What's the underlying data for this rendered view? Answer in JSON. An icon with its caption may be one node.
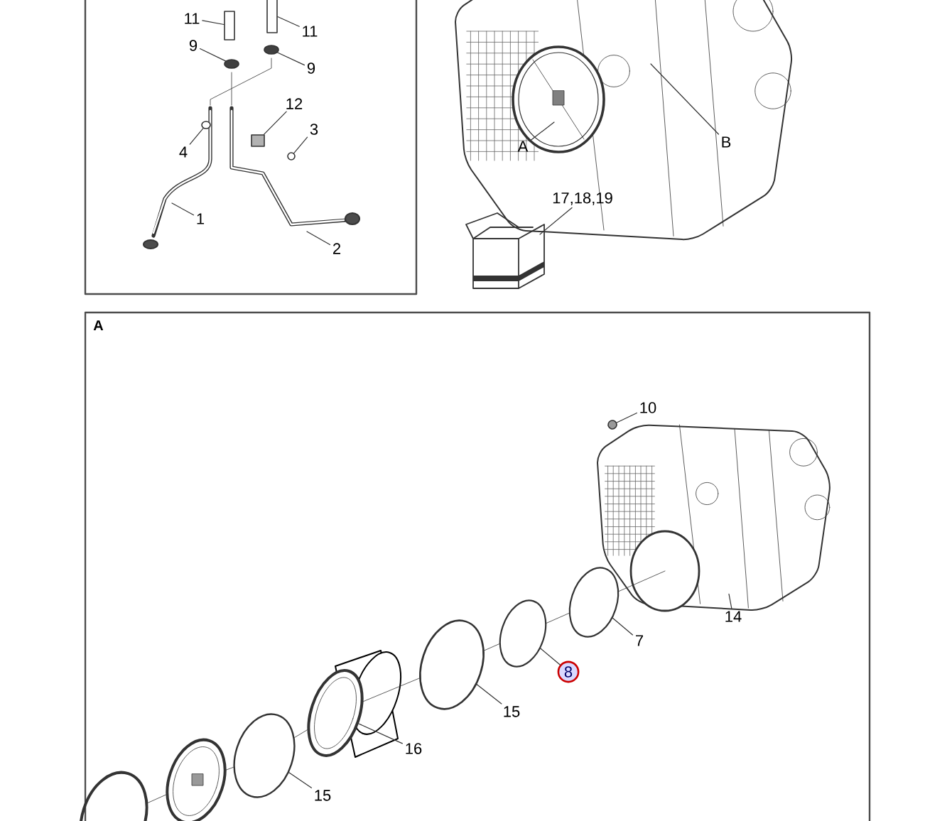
{
  "diagram": {
    "nodes": [
      {
        "text": [],
        "shape": "box"
      },
      {
        "text": [
          "11"
        ],
        "in": 0
      },
      {
        "text": [
          "11"
        ],
        "in": 0
      },
      {
        "text": [
          "9"
        ],
        "in": 0
      },
      {
        "text": [
          "9"
        ],
        "in": 0
      },
      {
        "text": [
          "12"
        ],
        "in": 0
      },
      {
        "text": [
          "3"
        ],
        "in": 0
      },
      {
        "text": [
          "4"
        ],
        "in": 0
      },
      {
        "text": [
          "1"
        ],
        "in": 0
      },
      {
        "text": [
          "2"
        ],
        "in": 0
      },
      {
        "text": [
          "A"
        ]
      },
      {
        "text": [
          "B"
        ]
      },
      {
        "text": [
          "17,18,19"
        ]
      },
      {
        "text": [
          "A"
        ]
      },
      {
        "text": [
          "10"
        ],
        "in": 13
      },
      {
        "text": [
          "14"
        ],
        "in": 13
      },
      {
        "text": [
          "7"
        ],
        "in": 13
      },
      {
        "text": [
          "8"
        ],
        "in": 13
      },
      {
        "text": [
          "15"
        ],
        "in": 13
      },
      {
        "text": [
          "16"
        ],
        "in": 13
      },
      {
        "text": [
          "15"
        ],
        "in": 13
      },
      {
        "text": [],
        "shape": "circle",
        "in": 0
      },
      {
        "text": [],
        "shape": "box",
        "in": 0
      },
      {
        "text": [],
        "shape": "circle",
        "in": 0
      },
      {
        "text": [],
        "shape": "box",
        "in": 0
      },
      {
        "text": [],
        "shape": "box",
        "in": 0
      },
      {
        "text": [],
        "shape": "circle",
        "in": 0
      },
      {
        "text": [],
        "shape": "circle",
        "in": 0
      },
      {
        "text": [],
        "shape": "circle",
        "in": 13
      },
      {
        "text": [],
        "shape": "circle",
        "in": 13
      },
      {
        "text": [],
        "shape": "circle",
        "in": 13
      },
      {
        "text": [],
        "shape": "cylinder",
        "in": 13
      },
      {
        "text": [],
        "shape": "circle",
        "in": 13
      },
      {
        "text": [],
        "shape": "circle",
        "in": 13
      },
      {
        "text": [],
        "shape": "circle",
        "in": 13
      },
      {
        "text": [],
        "shape": "circle",
        "in": 13
      },
      {
        "text": [],
        "shape": "picture",
        "in": 13
      }
    ],
    "edges": [
      {
        "from": 1,
        "to": 24,
        "arrow": "none"
      },
      {
        "from": 2,
        "to": 25,
        "arrow": "none"
      },
      {
        "from": 3,
        "to": 26,
        "arrow": "none"
      },
      {
        "from": 4,
        "to": 27,
        "arrow": "none"
      },
      {
        "from": 5,
        "to": 22,
        "arrow": "none"
      },
      {
        "from": 6,
        "to": 23,
        "arrow": "none"
      },
      {
        "from": 7,
        "to": 21,
        "arrow": "none"
      },
      {
        "from": 8,
        "to": null,
        "arrow": "none"
      },
      {
        "from": 9,
        "to": null,
        "arrow": "none"
      },
      {
        "from": 10,
        "to": null,
        "arrow": "none"
      },
      {
        "from": 11,
        "to": null,
        "arrow": "none"
      },
      {
        "from": 12,
        "to": null,
        "arrow": "none"
      },
      {
        "from": 14,
        "to": 35,
        "arrow": "none"
      },
      {
        "from": 15,
        "to": 36,
        "arrow": "none"
      },
      {
        "from": 16,
        "to": 34,
        "arrow": "none"
      },
      {
        "from": 17,
        "to": 33,
        "arrow": "none"
      },
      {
        "from": 18,
        "to": 32,
        "arrow": "none"
      },
      {
        "from": 19,
        "to": 31,
        "arrow": "none"
      },
      {
        "from": 20,
        "to": 30,
        "arrow": "none"
      },
      {
        "from": 28,
        "to": 29,
        "arrow": "none"
      },
      {
        "from": 29,
        "to": 30,
        "arrow": "none"
      },
      {
        "from": 30,
        "to": 31,
        "arrow": "none"
      },
      {
        "from": 31,
        "to": 32,
        "arrow": "none"
      },
      {
        "from": 32,
        "to": 33,
        "arrow": "none"
      },
      {
        "from": 33,
        "to": 34,
        "arrow": "none"
      },
      {
        "from": 34,
        "to": 36,
        "arrow": "none"
      }
    ]
  }
}
